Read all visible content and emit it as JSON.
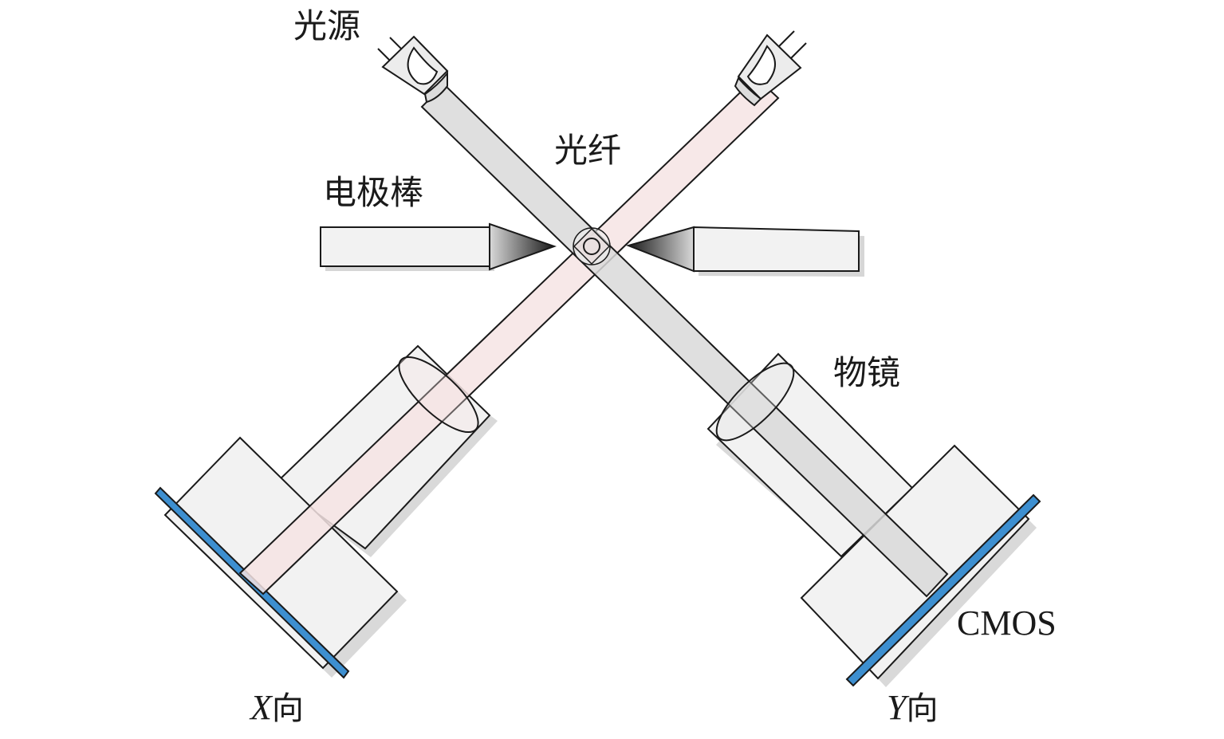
{
  "labels": {
    "light_source": "光源",
    "fiber": "光纤",
    "electrode": "电极棒",
    "objective": "物镜",
    "cmos": "CMOS",
    "x_dir": {
      "axis": "X",
      "suffix": "向"
    },
    "y_dir": {
      "axis": "Y",
      "suffix": "向"
    }
  },
  "colors": {
    "outline": "#1a1a1a",
    "part_fill": "#f2f2f2",
    "beam_gray": "#dcdcdc",
    "beam_pink": "#f6e4e4",
    "sensor": "#3d8fd0",
    "shadow": "#d6d6d6"
  }
}
